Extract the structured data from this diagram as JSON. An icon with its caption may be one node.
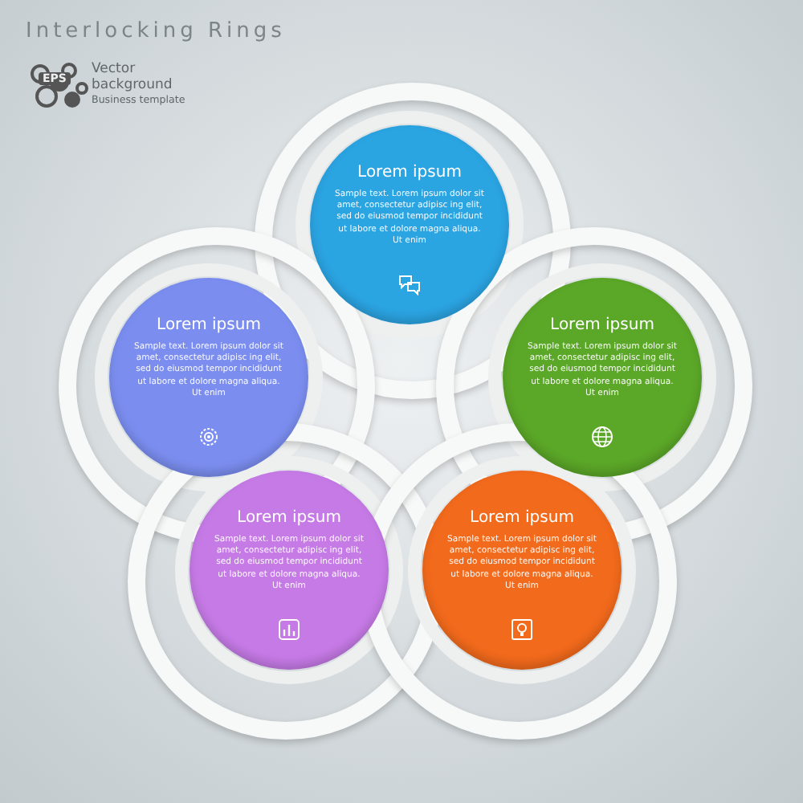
{
  "diagram": {
    "title": "Interlocking Rings",
    "nodes": [
      {
        "text": [
          "Lorem ipsum",
          "Sample text. Lorem ipsum dolor sit amet, consectetur adipisc ing elit, sed do eiusmod tempor incididunt ut labore et dolore magna aliqua. Ut enim"
        ]
      },
      {
        "text": [
          "Lorem ipsum",
          "Sample text. Lorem ipsum dolor sit amet, consectetur adipisc ing elit, sed do eiusmod tempor incididunt ut labore et dolore magna aliqua. Ut enim"
        ]
      },
      {
        "text": [
          "Lorem ipsum",
          "Sample text. Lorem ipsum dolor sit amet, consectetur adipisc ing elit, sed do eiusmod tempor incididunt ut labore et dolore magna aliqua. Ut enim"
        ]
      },
      {
        "text": [
          "Lorem ipsum",
          "Sample text. Lorem ipsum dolor sit amet, consectetur adipisc ing elit, sed do eiusmod tempor incididunt ut labore et dolore magna aliqua. Ut enim"
        ]
      },
      {
        "text": [
          "Lorem ipsum",
          "Sample text. Lorem ipsum dolor sit amet, consectetur adipisc ing elit, sed do eiusmod tempor incididunt ut labore et dolore magna aliqua. Ut enim"
        ]
      }
    ],
    "labels": [
      "EPS",
      "Vector background",
      "Business template"
    ]
  }
}
